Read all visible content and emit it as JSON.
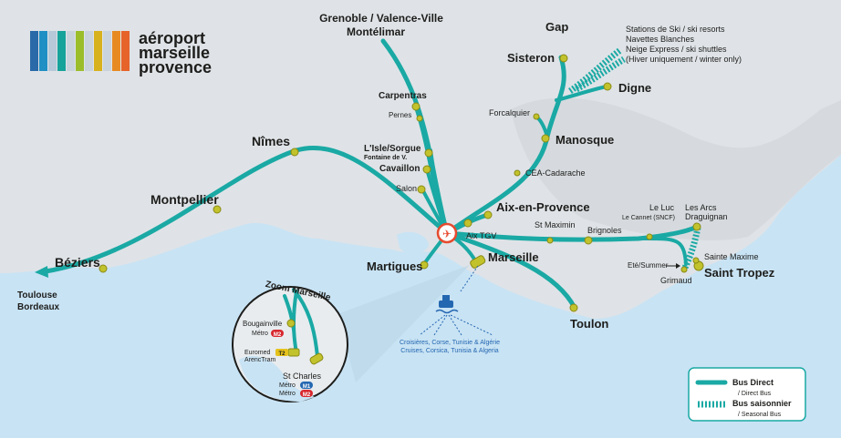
{
  "logo": {
    "line1": "aéroport",
    "line2": "marseille",
    "line3": "provence"
  },
  "cities": {
    "grenoble": "Grenoble / Valence-Ville",
    "montelimar": "Montélimar",
    "carpentras": "Carpentras",
    "pernes": "Pernes",
    "lisle_sorgue": "L'Isle/Sorgue",
    "fontaine": "Fontaine de V.",
    "cavaillon": "Cavaillon",
    "salon": "Salon",
    "nimes": "Nîmes",
    "montpellier": "Montpellier",
    "beziers": "Béziers",
    "toulouse": "Toulouse",
    "bordeaux": "Bordeaux",
    "gap": "Gap",
    "sisteron": "Sisteron",
    "digne": "Digne",
    "forcalquier": "Forcalquier",
    "manosque": "Manosque",
    "cea": "CEA-Cadarache",
    "aix": "Aix-en-Provence",
    "aix_tgv": "Aix TGV",
    "st_maximin": "St Maximin",
    "brignoles": "Brignoles",
    "le_luc": "Le Luc",
    "le_cannet": "Le Cannet (SNCF)",
    "les_arcs": "Les Arcs",
    "draguignan": "Draguignan",
    "sainte_maxime": "Sainte Maxime",
    "saint_tropez": "Saint Tropez",
    "grimaud": "Grimaud",
    "marseille": "Marseille",
    "martigues": "Martigues",
    "toulon": "Toulon",
    "ete_summer": "Eté/Summer"
  },
  "ski": {
    "line1": "Stations de Ski / ski resorts",
    "line2": "Navettes Blanches",
    "line3": "Neige Express / ski shuttles",
    "line4": "(Hiver uniquement / winter only)"
  },
  "cruises": {
    "fr": "Croisières, Corse, Tunisie & Algérie",
    "en": "Cruises, Corsica, Tunisia & Algeria"
  },
  "zoom": {
    "title": "Zoom Marseille",
    "bougainville": "Bougainville",
    "metro": "Métro",
    "m1": "M1",
    "m2": "M2",
    "euromed": "Euromed",
    "arenc": "ArencTram",
    "t2": "T2",
    "st_charles": "St Charles"
  },
  "legend": {
    "direct_fr": "Bus Direct",
    "direct_en": "/ Direct Bus",
    "seasonal_fr": "Bus saisonnier",
    "seasonal_en": "/ Seasonal Bus"
  },
  "colors": {
    "route": "#1aa9a4",
    "stop": "#c2c22c",
    "sea": "#c8e3f4",
    "land": "#dfe3e7",
    "airport": "#e64a2e",
    "metro_m1": "#2467b1",
    "metro_m2": "#d7282f",
    "tram_t2": "#e5c21b"
  }
}
